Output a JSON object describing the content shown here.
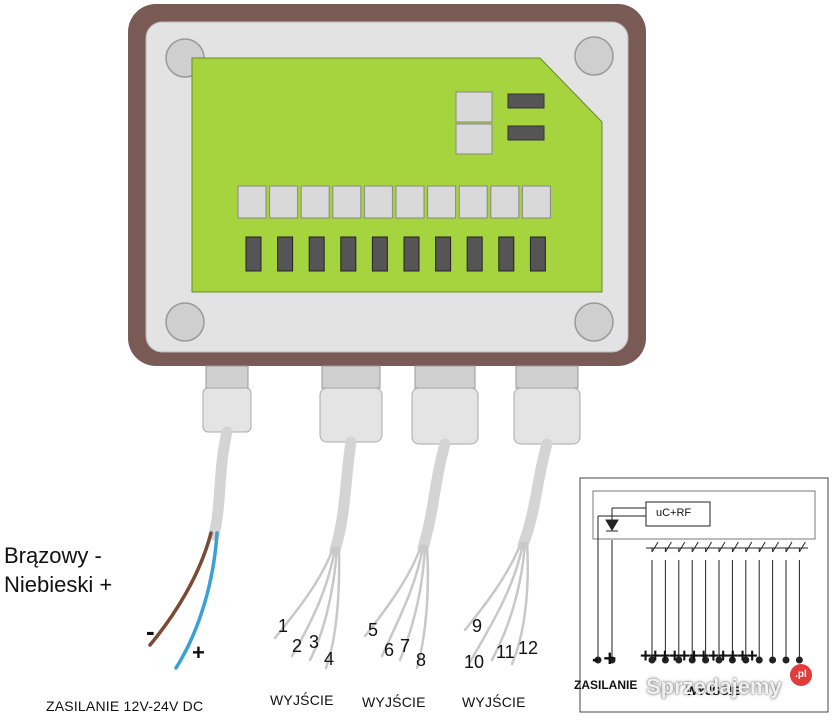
{
  "legend": {
    "brown": "Brązowy  -",
    "blue": "Niebieski +"
  },
  "supply": {
    "minus": "-",
    "plus": "+",
    "caption": "ZASILANIE 12V-24V DC"
  },
  "outputs": [
    {
      "caption": "WYJŚCIE",
      "pins": [
        "1",
        "2",
        "3",
        "4"
      ]
    },
    {
      "caption": "WYJŚCIE",
      "pins": [
        "5",
        "6",
        "7",
        "8"
      ]
    },
    {
      "caption": "WYJŚCIE",
      "pins": [
        "9",
        "10",
        "11",
        "12"
      ]
    }
  ],
  "schematic": {
    "module_label": "uC+RF",
    "supply_label": "ZASILANIE",
    "output_label": "WYJŚCIE",
    "supply_signs": "-+",
    "output_signs": "++++++++++++"
  },
  "watermark": {
    "text": "Sprzedajemy",
    "badge": ".pl"
  },
  "colors": {
    "housing": "#7a5a55",
    "lid": "#e3e3e3",
    "board": "#a6d43e",
    "led": "#d9d9d9",
    "terminal": "#555555",
    "wire_brown": "#7a4a35",
    "wire_blue": "#3aa0d8",
    "cable": "#d4d4d4"
  }
}
